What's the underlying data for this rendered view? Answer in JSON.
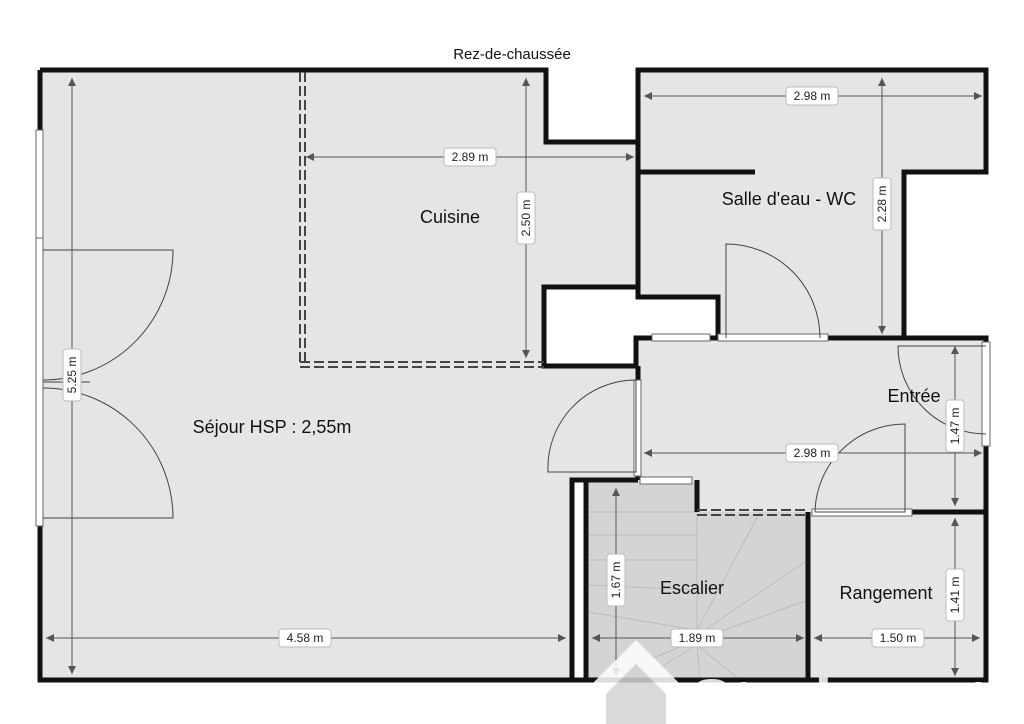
{
  "title": "Rez-de-chaussée",
  "rooms": {
    "sejour": "Séjour HSP : 2,55m",
    "cuisine": "Cuisine",
    "salle_eau": "Salle d'eau - WC",
    "entree": "Entrée",
    "escalier": "Escalier",
    "rangement": "Rangement"
  },
  "dimensions": {
    "sejour_height": "5.25 m",
    "sejour_width": "4.58 m",
    "cuisine_width": "2.89 m",
    "cuisine_height": "2.50 m",
    "salle_width": "2.98 m",
    "salle_height": "2.28 m",
    "entree_width": "2.98 m",
    "entree_height": "1.47 m",
    "escalier_height": "1.67 m",
    "escalier_width": "1.89 m",
    "rangement_width": "1.50 m",
    "rangement_height": "1.41 m"
  },
  "watermark": "Studapart",
  "colors": {
    "floor": "#e5e5e8",
    "stairs": "#d4d4d6",
    "wall": "#111111"
  }
}
